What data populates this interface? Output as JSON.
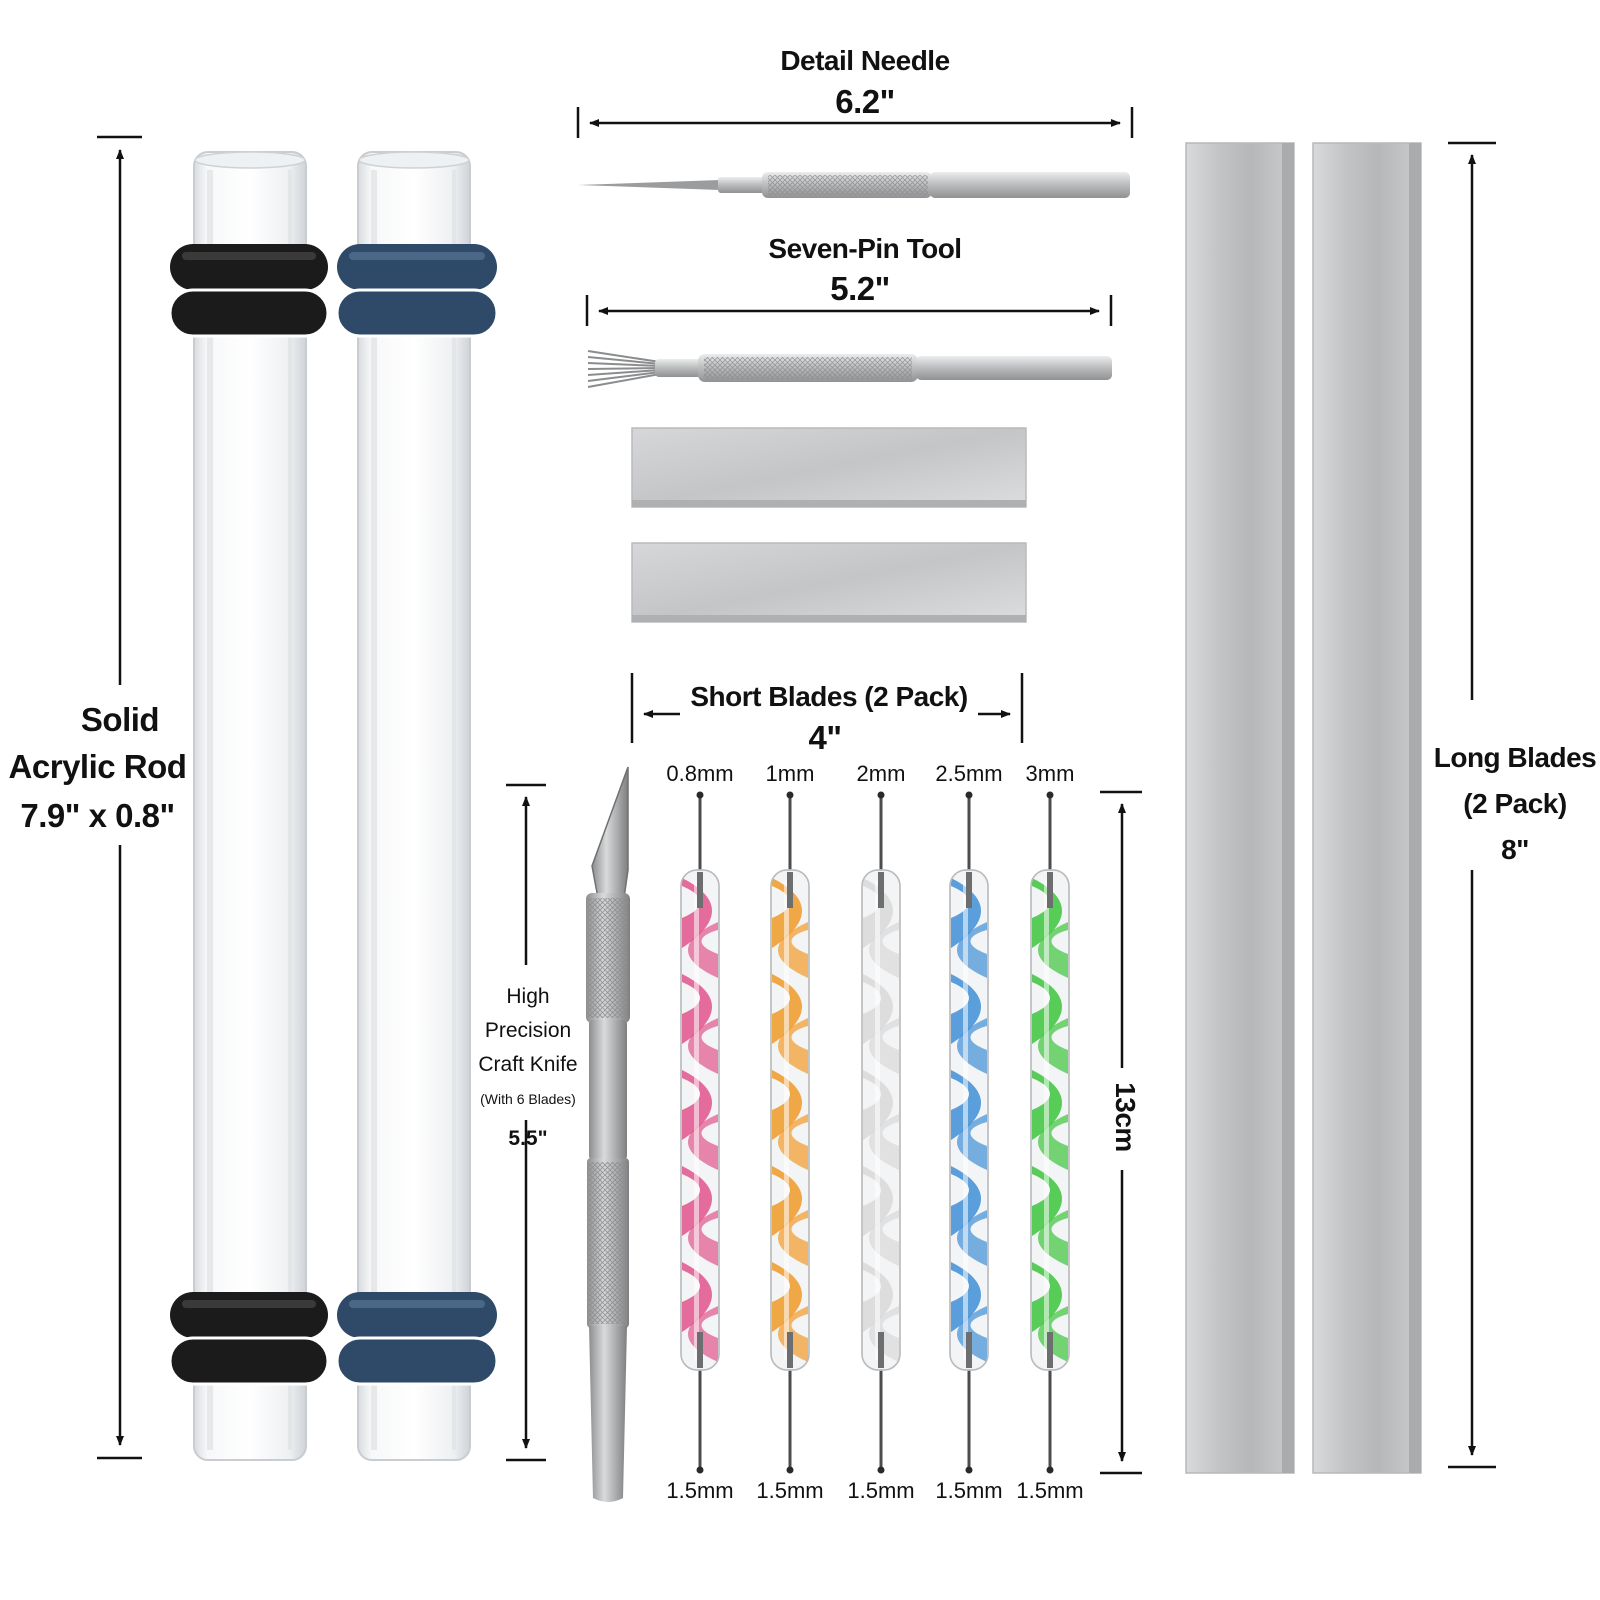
{
  "labels": {
    "rod": {
      "line1": "Solid",
      "line2": "Acrylic Rod",
      "line3": "7.9\" x 0.8\""
    },
    "needle": {
      "name": "Detail Needle",
      "size": "6.2\""
    },
    "seven_pin": {
      "name": "Seven-Pin Tool",
      "size": "5.2\""
    },
    "short_blades": {
      "name": "Short Blades (2 Pack)",
      "size": "4\""
    },
    "long_blades": {
      "line1": "Long Blades",
      "line2": "(2 Pack)",
      "size": "8\""
    },
    "knife": {
      "line1": "High",
      "line2": "Precision",
      "line3": "Craft Knife",
      "line4": "(With 6 Blades)",
      "size": "5.5\""
    },
    "dotting": {
      "length": "13cm",
      "top_sizes": [
        "0.8mm",
        "1mm",
        "2mm",
        "2.5mm",
        "3mm"
      ],
      "bottom_sizes": [
        "1.5mm",
        "1.5mm",
        "1.5mm",
        "1.5mm",
        "1.5mm"
      ]
    }
  },
  "colors": {
    "ring_black": "#1b1b1b",
    "ring_blue": "#2f4a68",
    "dot_pink": "#e0548c",
    "dot_orange": "#ef9a28",
    "dot_white": "#d8d8d8",
    "dot_blue": "#3e8fd6",
    "dot_green": "#3cc43c",
    "steel": "#c6c7c9"
  }
}
